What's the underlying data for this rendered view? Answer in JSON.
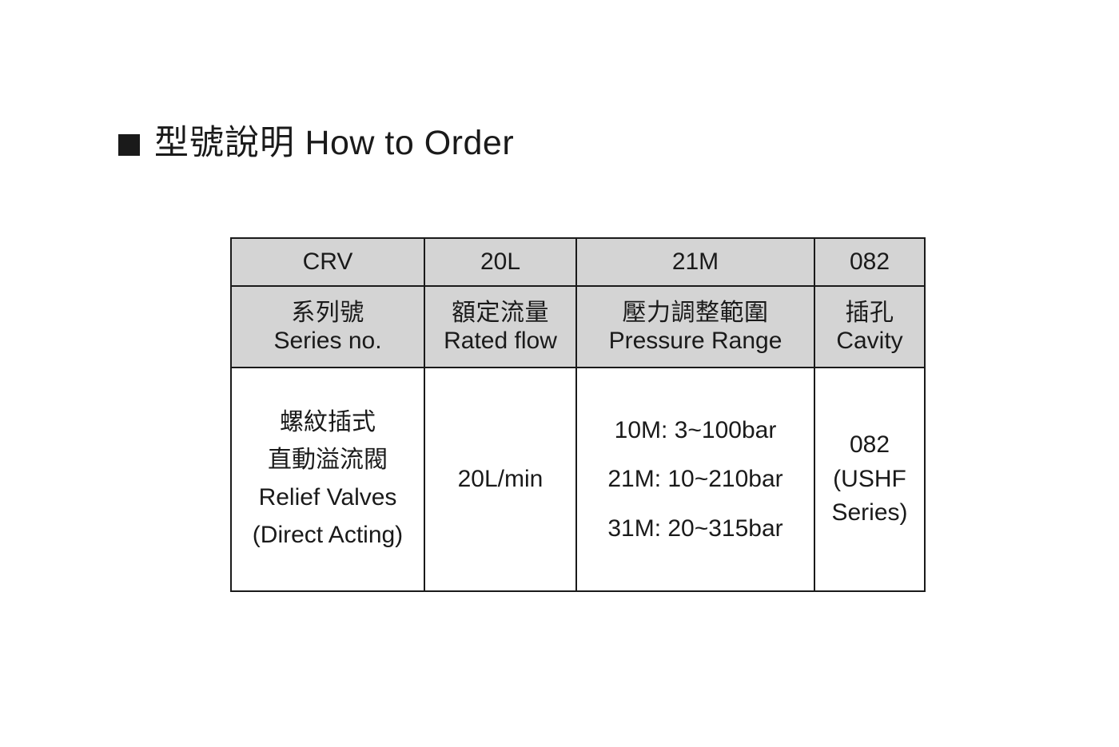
{
  "header": {
    "bullet_icon": "filled-square-bullet-icon",
    "title_cjk": "型號說明",
    "title_en": "How to Order"
  },
  "table": {
    "code_row": {
      "series": "CRV",
      "flow": "20L",
      "pressure": "21M",
      "cavity": "082"
    },
    "label_row": {
      "series_cjk": "系列號",
      "series_en": "Series no.",
      "flow_cjk": "額定流量",
      "flow_en": "Rated flow",
      "pressure_cjk": "壓力調整範圍",
      "pressure_en": "Pressure Range",
      "cavity_cjk": "插孔",
      "cavity_en": "Cavity"
    },
    "body_row": {
      "series_line1": "螺紋插式",
      "series_line2": "直動溢流閥",
      "series_line3": "Relief Valves",
      "series_line4": "(Direct Acting)",
      "flow_value": "20L/min",
      "pressure_options": [
        "10M: 3~100bar",
        "21M: 10~210bar",
        "31M: 20~315bar"
      ],
      "cavity_line1": "082",
      "cavity_line2": "(USHF",
      "cavity_line3": "Series)"
    }
  },
  "colors": {
    "page_background": "#ffffff",
    "text": "#1a1a1a",
    "header_cell_fill": "#d4d4d4",
    "border": "#1a1a1a"
  }
}
